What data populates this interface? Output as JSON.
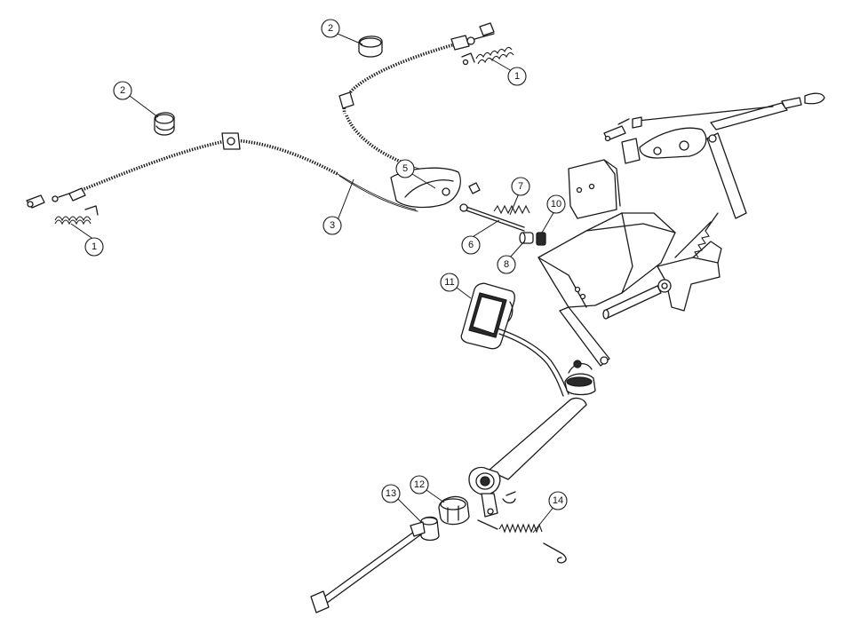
{
  "diagram": {
    "callouts": [
      {
        "id": "c1a",
        "label": "1"
      },
      {
        "id": "c1b",
        "label": "1"
      },
      {
        "id": "c2a",
        "label": "2"
      },
      {
        "id": "c2b",
        "label": "2"
      },
      {
        "id": "c3",
        "label": "3"
      },
      {
        "id": "c5",
        "label": "5"
      },
      {
        "id": "c6",
        "label": "6"
      },
      {
        "id": "c7",
        "label": "7"
      },
      {
        "id": "c8",
        "label": "8"
      },
      {
        "id": "c10",
        "label": "10"
      },
      {
        "id": "c11",
        "label": "11"
      },
      {
        "id": "c12",
        "label": "12"
      },
      {
        "id": "c13",
        "label": "13"
      },
      {
        "id": "c14",
        "label": "14"
      }
    ]
  }
}
